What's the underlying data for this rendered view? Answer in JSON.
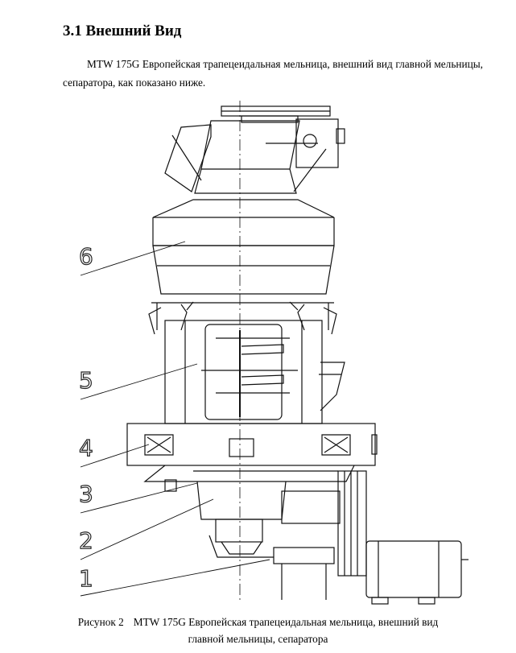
{
  "section": {
    "number": "3.1",
    "title": "Внешний Вид"
  },
  "intro": "MTW 175G Европейская трапецеидальная мельница, внешний вид главной мельницы, сепаратора, как показано ниже.",
  "figure": {
    "callouts": [
      "6",
      "5",
      "4",
      "3",
      "2",
      "1"
    ],
    "caption_number": "Рисунок 2",
    "caption_line1": "MTW 175G Европейская трапецеидальная мельница, внешний вид",
    "caption_line2": "главной мельницы, сепаратора"
  }
}
